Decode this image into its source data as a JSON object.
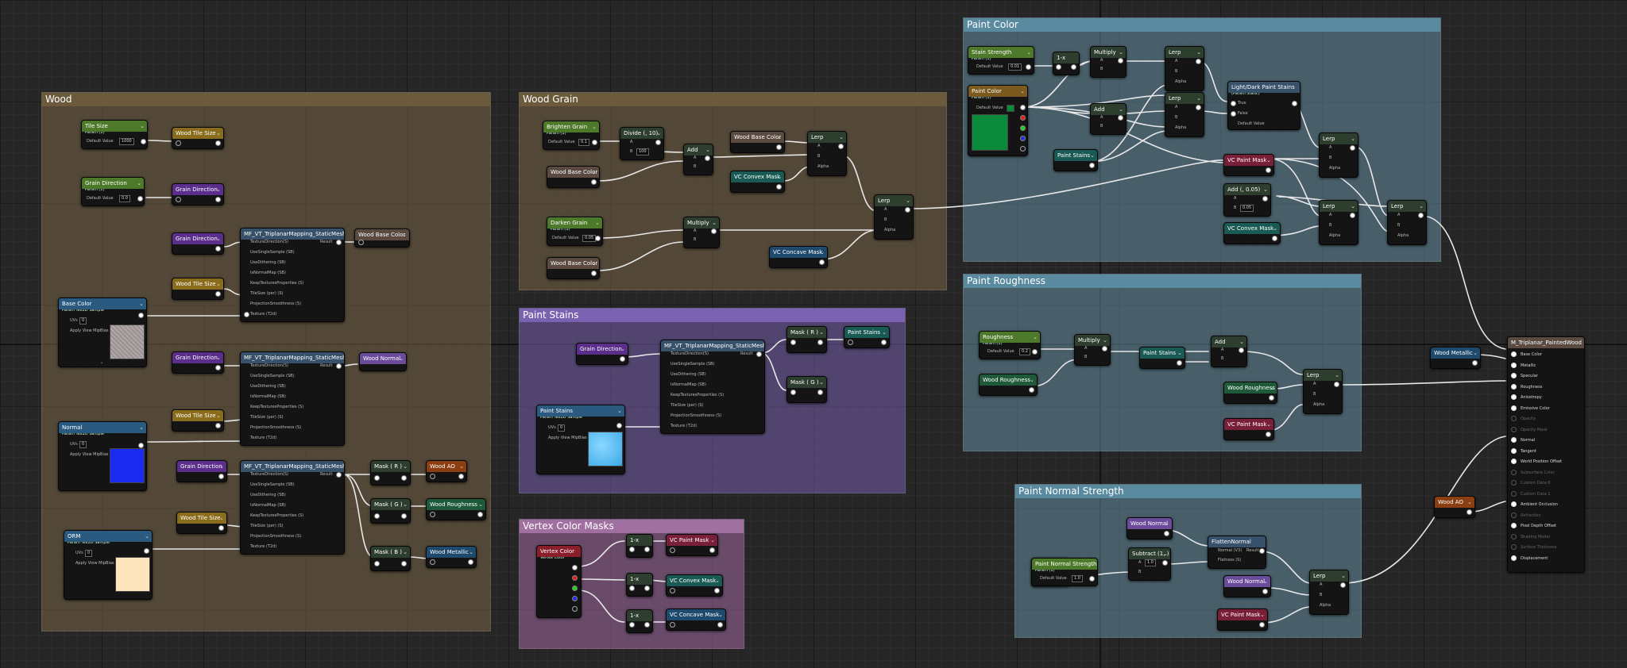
{
  "colors": {
    "param": "#4d7a2a",
    "reroute_tile": "#8a6d1c",
    "reroute_grain": "#5a2e8a",
    "reroute_normal": "#6b4c9a",
    "texture": "#2a5a80",
    "math": "#2e3e2e",
    "function": "#37516a",
    "reroute_vc": "#1a5a55",
    "reroute_red": "#7a1f3a",
    "reroute_orange": "#8a3e12",
    "reroute_blue": "#1e4a6e",
    "vertex": "#8a1e2a",
    "result": "#5a4a40"
  },
  "comments": {
    "wood": "Wood",
    "wood_grain": "Wood Grain",
    "paint_stains": "Paint Stains",
    "vertex_color_masks": "Vertex Color Masks",
    "paint_color": "Paint Color",
    "paint_roughness": "Paint Roughness",
    "paint_normal_strength": "Paint Normal Strength"
  },
  "labels": {
    "tile_size": "Tile Size",
    "param_sub": "Param (1)",
    "default_value": "Default Value",
    "tile_size_val": "1000",
    "wood_tile_size": "Wood Tile Size",
    "grain_direction": "Grain Direction",
    "grain_dir_val": "0.0",
    "base_color": "Base Color",
    "param_tex_sub": "Param Tex2D Sample",
    "uvs": "UVs",
    "uvs_val": "0",
    "apply_mip": "Apply View MipBias",
    "triplanar": "MF_VT_TriplanarMapping_StaticMesh",
    "tri_pins": [
      "TextureDirection(S)",
      "UseSingleSample (SB)",
      "UseDithering (SB)",
      "IsNormalMap (SB)",
      "KeepTexturesProperties (S)",
      "TileSize (per) (S)",
      "ProjectionSmoothness (S)",
      "Texture (T2d)"
    ],
    "result": "Result",
    "wood_base_color": "Wood Base Color",
    "wood_normal": "Wood Normal",
    "normal": "Normal",
    "orm": "ORM",
    "mask_r": "Mask ( R )",
    "mask_g": "Mask ( G )",
    "mask_b": "Mask ( B )",
    "wood_ao": "Wood AO",
    "wood_roughness": "Wood Roughness",
    "wood_metallic": "Wood Metallic",
    "brighten_grain": "Brighten Grain",
    "brighten_val": "0.1",
    "divide": "Divide (, 10)",
    "b": "B",
    "a": "A",
    "alpha": "Alpha",
    "b_val": "100",
    "add": "Add",
    "lerp": "Lerp",
    "multiply": "Multiply",
    "darken_grain": "Darken Grain",
    "darken_val": "0.05",
    "vc_convex_mask": "VC Convex Mask",
    "vc_concave_mask": "VC Concave Mask",
    "paint_stains": "Paint Stains",
    "vertex_color": "Vertex Color",
    "vertex_sub": "Vertex Color",
    "x1": "1-x",
    "vc_paint_mask": "VC Paint Mask",
    "stain_strength": "Stain Strength",
    "stain_val": "0.01",
    "paint_color": "Paint Color",
    "light_dark": "Light/Dark Paint Stains",
    "light_dark_sub": "(Param Static)",
    "true": "True",
    "false": "False",
    "add_b": "Add (, 0.05)",
    "add_b_val": "0.05",
    "roughness": "Roughness",
    "rough_val": "0.2",
    "paint_normal_strength": "Paint Normal Strength",
    "pns_val": "1.0",
    "subtract": "Subtract (1, )",
    "sub_val": "1.0",
    "flatten_normal": "FlattenNormal",
    "flatten_pins": [
      "Normal (V3)",
      "Flatness (S)"
    ],
    "material": "M_Triplanar_PaintedWood",
    "mat_pins": [
      "Base Color",
      "Metallic",
      "Specular",
      "Roughness",
      "Anisotropy",
      "Emissive Color",
      "Opacity",
      "Opacity Mask",
      "Normal",
      "Tangent",
      "World Position Offset",
      "Subsurface Color",
      "Custom Data 0",
      "Custom Data 1",
      "Ambient Occlusion",
      "Refraction",
      "Pixel Depth Offset",
      "Shading Model",
      "Surface Thickness",
      "Displacement"
    ]
  }
}
